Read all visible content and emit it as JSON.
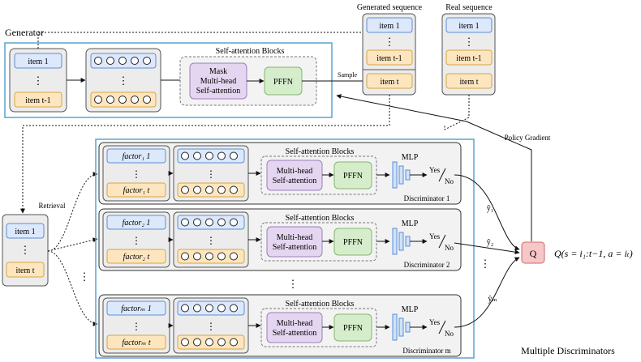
{
  "labels": {
    "generator": "Generator",
    "self_attention_blocks": "Self-attention Blocks",
    "mask_line1": "Mask",
    "mask_line2": "Multi-head",
    "mask_line3": "Self-attention",
    "mha_line1": "Multi-head",
    "mha_line2": "Self-attention",
    "pffn": "PFFN",
    "sample": "Sample",
    "generated_sequence": "Generated sequence",
    "real_sequence": "Real sequence",
    "policy_gradient": "Policy Gradient",
    "retrieval": "Retrieval",
    "mlp": "MLP",
    "yes": "Yes",
    "no": "No",
    "multiple_discriminators": "Multiple Discriminators",
    "q_box": "Q",
    "q_formula": "Q(s = i₁:t−1, a = iₜ)",
    "dots": "⋮"
  },
  "items": {
    "item_1": "item 1",
    "item_t_minus_1": "item t-1",
    "item_t": "item t"
  },
  "discriminators": [
    {
      "name": "Discriminator 1",
      "factor_1": "factor₁ 1",
      "factor_t": "factor₁ t",
      "score": "ŷ₁"
    },
    {
      "name": "Discriminator 2",
      "factor_1": "factor₂ 1",
      "factor_t": "factor₂ t",
      "score": "ŷ₂"
    },
    {
      "name": "Discriminator m",
      "factor_1": "factorₘ 1",
      "factor_t": "factorₘ t",
      "score": "ŷₘ"
    }
  ],
  "colors": {
    "frame_blue": "#5aa4cf",
    "item_blue": "#dce8fb",
    "item_yellow": "#fde6bf",
    "purple": "#e4d6f0",
    "green": "#d6edcb",
    "q_red": "#f7c6c6"
  }
}
